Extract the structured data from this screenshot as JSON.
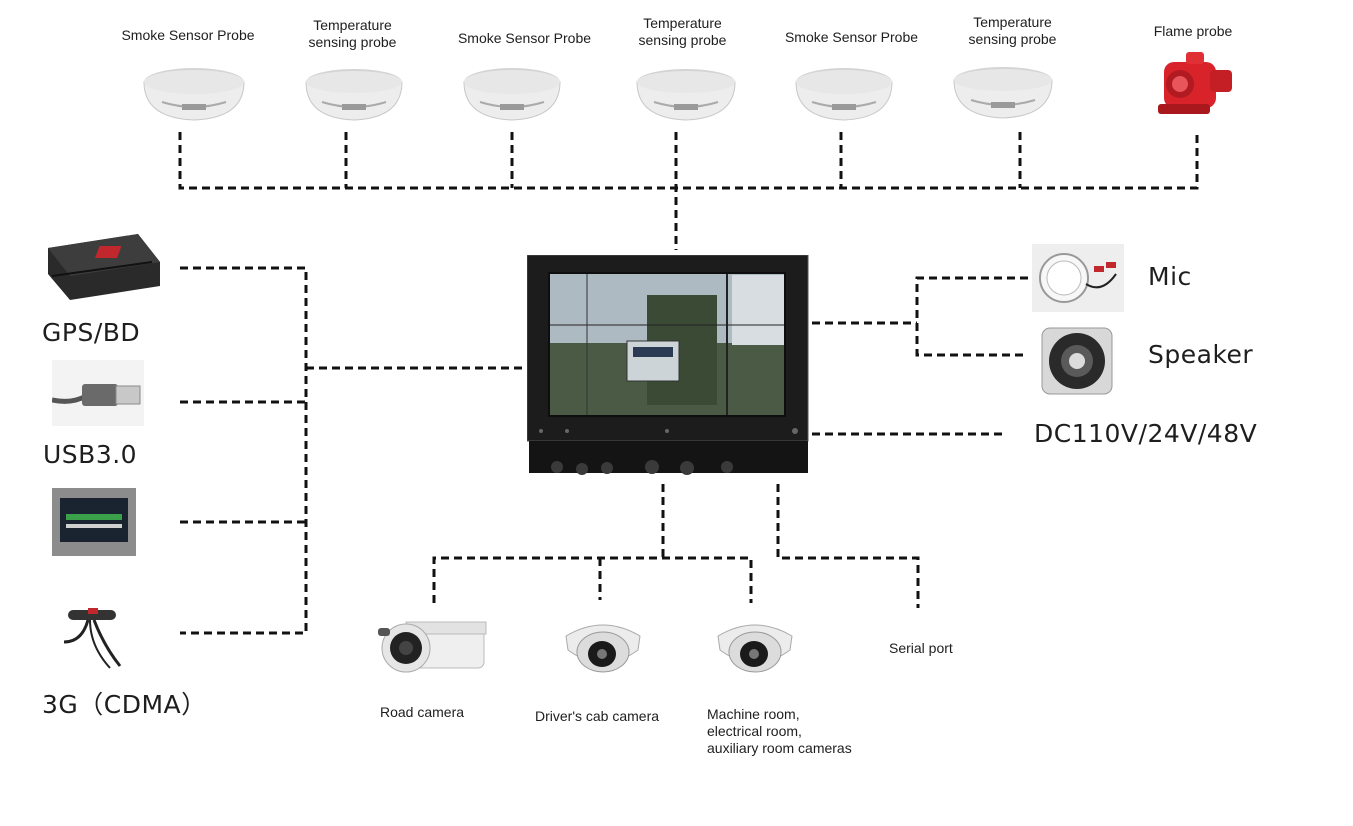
{
  "sensors": {
    "smoke_1": "Smoke Sensor Probe",
    "temp_1": [
      "Temperature",
      "sensing probe"
    ],
    "smoke_2": "Smoke Sensor Probe",
    "temp_2": [
      "Temperature",
      "sensing probe"
    ],
    "smoke_3": "Smoke Sensor Probe",
    "temp_3": [
      "Temperature",
      "sensing probe"
    ],
    "flame": "Flame probe"
  },
  "left_devices": {
    "gps": "GPS/BD",
    "usb": "USB3.0",
    "cdma": "3G（CDMA）"
  },
  "right_devices": {
    "mic": "Mic",
    "speaker": "Speaker",
    "power": "DC110V/24V/48V"
  },
  "bottom_devices": {
    "road_camera": "Road camera",
    "cab_camera": "Driver's cab camera",
    "room_cameras": [
      "Machine room,",
      "electrical room,",
      "auxiliary room cameras"
    ],
    "serial_port": "Serial port"
  },
  "icons": {
    "smoke_probe": "smoke-detector-icon",
    "temp_probe": "heat-detector-icon",
    "flame_probe": "flame-detector-icon",
    "gps": "gps-module-icon",
    "usb": "usb-plug-icon",
    "display": "touch-display-icon",
    "cdma": "3g-antenna-icon",
    "mic": "microphone-icon",
    "speaker": "speaker-icon",
    "bullet_camera": "bullet-camera-icon",
    "dome_camera": "dome-camera-icon",
    "host": "host-monitor-icon"
  },
  "colors": {
    "wire": "#111111",
    "flame_red": "#d9232a",
    "probe_white": "#ececec",
    "host_body": "#1c1c1c"
  }
}
